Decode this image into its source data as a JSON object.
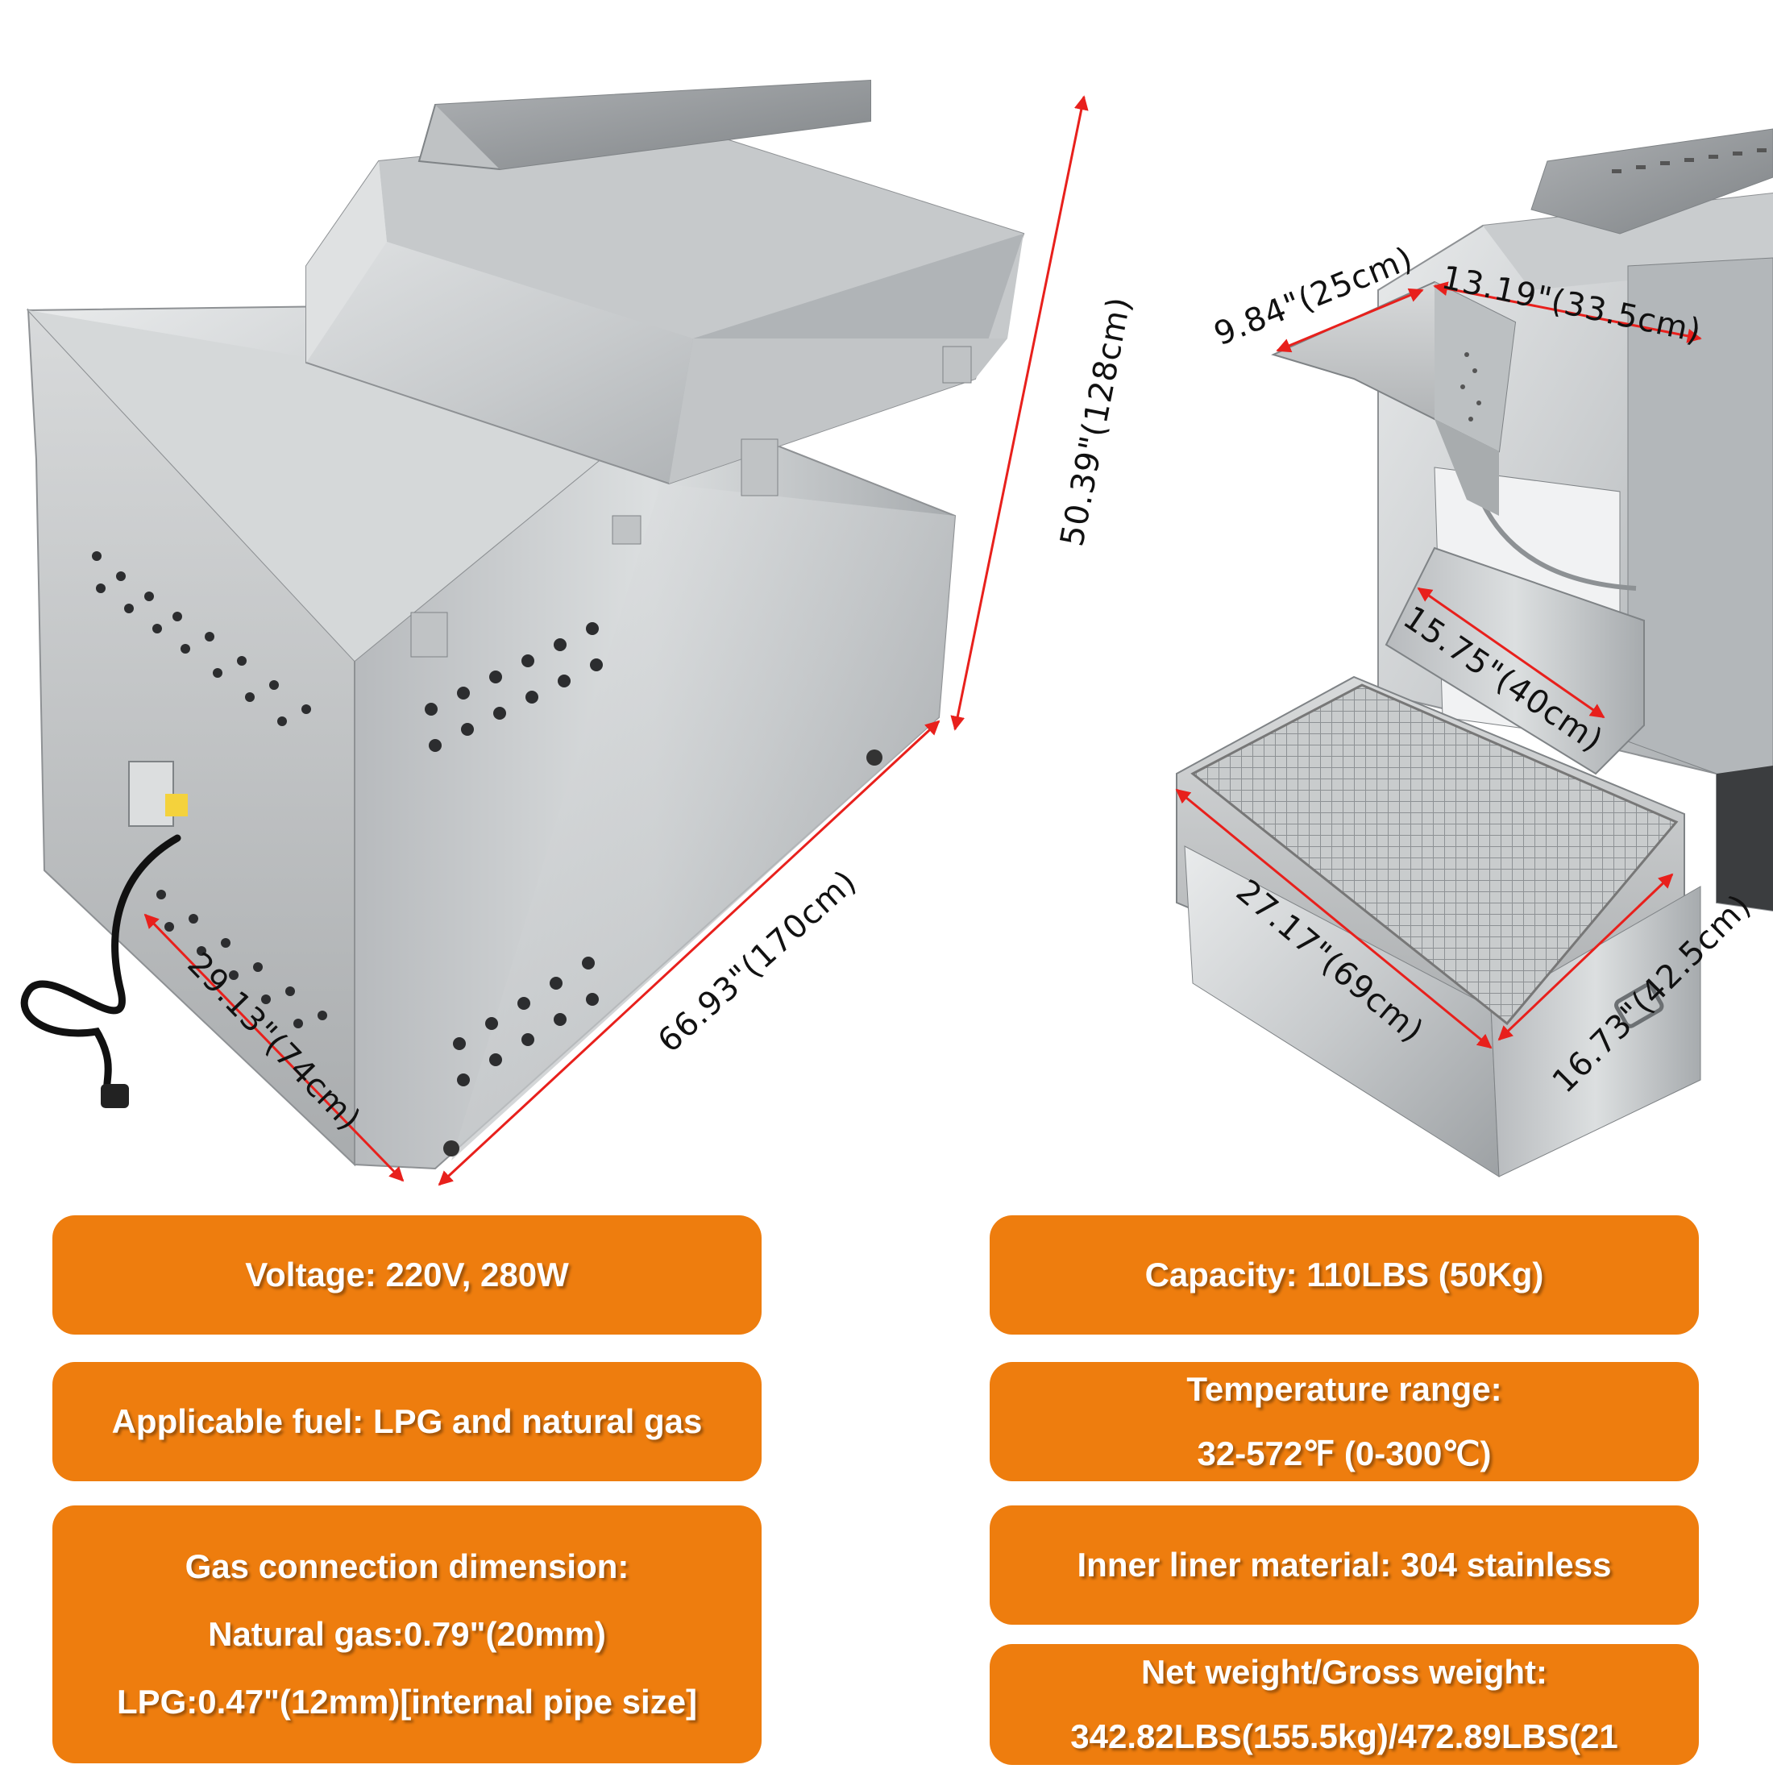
{
  "dimensions": {
    "left_height": "50.39\"(128cm)",
    "left_length": "66.93\"(170cm)",
    "left_depth": "29.13\"(74cm)",
    "right_hopper_width": "9.84\"(25cm)",
    "right_hopper_length": "13.19\"(33.5cm)",
    "right_chute": "15.75\"(40cm)",
    "right_tray_length": "27.17\"(69cm)",
    "right_tray_width": "16.73\"(42.5cm)"
  },
  "specs": {
    "voltage": "Voltage: 220V, 280W",
    "fuel": "Applicable fuel: LPG and natural gas",
    "gas_title": "Gas connection dimension:",
    "gas_natural": "Natural gas:0.79\"(20mm)",
    "gas_lpg": "LPG:0.47\"(12mm)[internal pipe size]",
    "capacity": "Capacity: 110LBS (50Kg)",
    "temp_title": "Temperature range:",
    "temp_value": "32-572℉ (0-300℃)",
    "liner": "Inner liner material: 304 stainless",
    "weight_title": "Net weight/Gross weight:",
    "weight_value": "342.82LBS(155.5kg)/472.89LBS(21"
  },
  "colors": {
    "accent_orange": "#ee7d0e",
    "dimension_arrow": "#e8201c"
  }
}
